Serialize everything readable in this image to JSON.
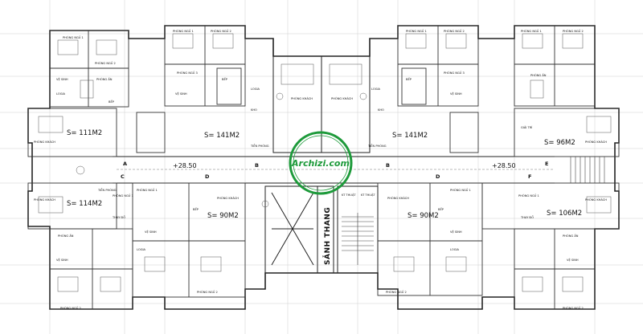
{
  "levels": [
    "+28.50",
    "+28.50"
  ],
  "axis_letters": [
    "A",
    "C",
    "D",
    "B",
    "B",
    "D",
    "F",
    "E"
  ],
  "units": [
    {
      "id": "u1",
      "area": "S= 111M2",
      "rooms": [
        "PHÒNG NGỦ 1",
        "PHÒNG NGỦ 2",
        "PHÒNG ĂN",
        "VỆ SINH",
        "LOGIA",
        "PHÒNG KHÁCH",
        "BẾP"
      ]
    },
    {
      "id": "u2",
      "area": "S= 141M2",
      "rooms": [
        "PHÒNG NGỦ 1",
        "PHÒNG NGỦ 2",
        "PHÒNG NGỦ 3",
        "VỆ SINH",
        "BẾP",
        "LOGIA",
        "KHO",
        "TIỀN PHÒNG"
      ]
    },
    {
      "id": "u3",
      "area": "S= 141M2",
      "rooms": [
        "PHÒNG NGỦ 1",
        "PHÒNG NGỦ 2",
        "PHÒNG NGỦ 3",
        "VỆ SINH",
        "BẾP",
        "LOGIA",
        "KHO",
        "TIỀN PHÒNG"
      ]
    },
    {
      "id": "u4",
      "area": "S= 96M2",
      "rooms": [
        "PHÒNG NGỦ 1",
        "PHÒNG NGỦ 2",
        "PHÒNG ĂN",
        "GIẢI TRÍ",
        "PHÒNG KHÁCH"
      ]
    },
    {
      "id": "u5",
      "area": "S= 114M2",
      "rooms": [
        "PHÒNG KHÁCH",
        "PHÒNG NGỦ 1",
        "PHÒNG NGỦ 2",
        "THAY ĐỒ",
        "TIỀN PHÒNG",
        "PHÒNG ĂN",
        "VỆ SINH"
      ]
    },
    {
      "id": "u6",
      "area": "S= 90M2",
      "rooms": [
        "PHÒNG KHÁCH",
        "PHÒNG NGỦ 1",
        "PHÒNG NGỦ 2",
        "BẾP",
        "VỆ SINH",
        "LOGIA"
      ]
    },
    {
      "id": "u7",
      "area": "S= 90M2",
      "rooms": [
        "PHÒNG KHÁCH",
        "PHÒNG NGỦ 1",
        "PHÒNG NGỦ 2",
        "BẾP",
        "VỆ SINH",
        "LOGIA"
      ]
    },
    {
      "id": "u8",
      "area": "S= 106M2",
      "rooms": [
        "PHÒNG KHÁCH",
        "PHÒNG NGỦ 1",
        "PHÒNG NGỦ 2",
        "THAY ĐỒ",
        "PHÒNG ĂN",
        "VỆ SINH"
      ]
    }
  ],
  "core": {
    "stair_label": "SẢNH THANG",
    "ktt_left": "KT THUẬT",
    "ktt_right": "KT THUẬT",
    "lobby_left": "PHÒNG KHÁCH",
    "lobby_right": "PHÒNG KHÁCH",
    "tien_phong_left": "TIỀN PHÒNG",
    "tien_phong_right": "TIỀN PHÒNG"
  },
  "watermark": "Archizi.com",
  "colors": {
    "line": "#222222",
    "grid": "#bdbdbd",
    "watermark": "#1d9a3a"
  }
}
